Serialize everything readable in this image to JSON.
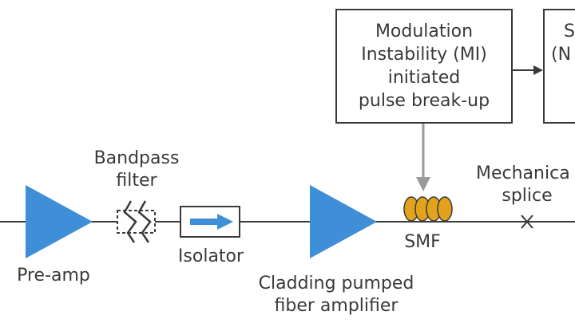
{
  "boxes": {
    "mi_box": {
      "lines": [
        "Modulation",
        "Instability (MI)",
        "initiated",
        "pulse break-up"
      ]
    },
    "partial_box": {
      "lines": [
        "S",
        "(N"
      ]
    }
  },
  "labels": {
    "bandpass_filter": [
      "Bandpass",
      "filter"
    ],
    "pre_amp": "Pre-amp",
    "isolator": "Isolator",
    "smf": "SMF",
    "mechanical_splice": [
      "Mechanica",
      "splice"
    ],
    "cladding_pumped": [
      "Cladding pumped",
      "fiber amplifier"
    ]
  },
  "colors": {
    "amplifier": "#3f8fd8",
    "coil": "#e3a21c",
    "line": "#3a3a3a",
    "arrow_down": "#9a9a9a",
    "isolator_arrow": "#3f8fd8"
  }
}
